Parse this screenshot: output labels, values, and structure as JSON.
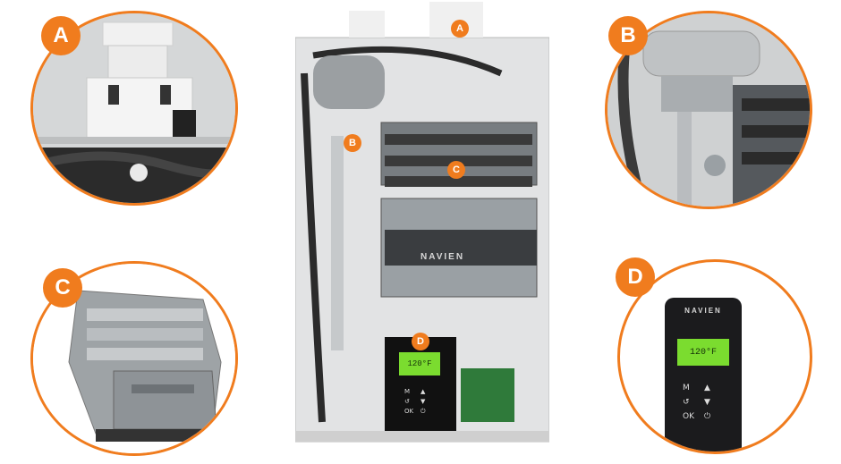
{
  "labels": {
    "a": "A",
    "b": "B",
    "c": "C",
    "d": "D"
  },
  "brand": "NAVIEN",
  "display": {
    "temperature": "120°F"
  },
  "keypad": {
    "menu": "M",
    "back": "↺",
    "ok": "OK",
    "power": "⏻",
    "up": "▲",
    "down": "▼"
  },
  "colors": {
    "accent": "#f07c1e",
    "lcd": "#7bdc2f",
    "panel": "#1b1b1d"
  }
}
